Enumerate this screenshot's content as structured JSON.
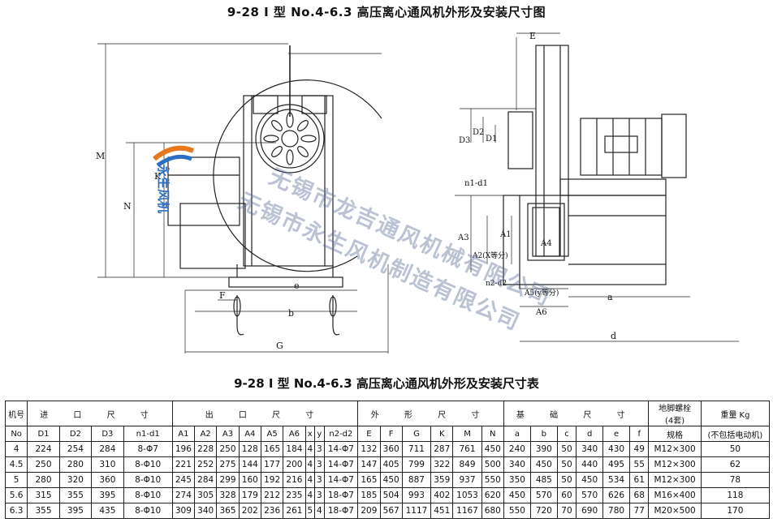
{
  "title_top": "9-28 Ⅰ 型 No.4-6.3 高压离心通风机外形及安装尺寸图",
  "title_table": "9-28 Ⅰ 型 No.4-6.3 高压离心通风机外形及安装尺寸表",
  "watermarks": [
    "无锡市龙吉通风机械有限公司",
    "无锡市永生风机制造有限公司"
  ],
  "logo_text": "永生风机",
  "left_labels": {
    "M": "M",
    "N": "N",
    "K": "K",
    "e": "e",
    "F": "F",
    "b": "b",
    "G": "G"
  },
  "right_labels": {
    "E": "E",
    "D3": "D3",
    "D2": "D2",
    "D1": "D1",
    "n1d1": "n1-d1",
    "A3": "A3",
    "A2": "A2(X等分)",
    "A1": "A1",
    "A4": "A4",
    "n2d2": "n2-d2",
    "A5": "A5(y等分)",
    "A6": "A6",
    "a": "a",
    "d": "d"
  },
  "table": {
    "group_headers": {
      "no": "机号",
      "no_sub": "No",
      "inlet": "进 口 尺 寸",
      "outlet": "出 口 尺 寸",
      "outline": "外 形 尺 寸",
      "foundation": "基 础 尺 寸",
      "bolt": "地脚螺栓",
      "bolt_sub": "(4套)",
      "bolt_spec": "规格",
      "weight": "重量 Kg",
      "weight_sub": "(不包括电动机)"
    },
    "sub_headers": [
      "D1",
      "D2",
      "D3",
      "n1-d1",
      "A1",
      "A2",
      "A3",
      "A4",
      "A5",
      "A6",
      "x",
      "y",
      "n2-d2",
      "E",
      "F",
      "G",
      "K",
      "M",
      "N",
      "a",
      "b",
      "c",
      "d",
      "e",
      "f"
    ],
    "rows": [
      [
        "4",
        "224",
        "254",
        "284",
        "8-Φ7",
        "196",
        "228",
        "250",
        "128",
        "165",
        "184",
        "4",
        "3",
        "14-Φ7",
        "132",
        "360",
        "711",
        "287",
        "761",
        "450",
        "240",
        "390",
        "50",
        "340",
        "430",
        "49",
        "M12×300",
        "50"
      ],
      [
        "4.5",
        "250",
        "280",
        "310",
        "8-Φ10",
        "221",
        "252",
        "275",
        "144",
        "177",
        "200",
        "4",
        "3",
        "14-Φ7",
        "147",
        "405",
        "799",
        "322",
        "849",
        "500",
        "340",
        "450",
        "50",
        "440",
        "495",
        "55",
        "M12×300",
        "62"
      ],
      [
        "5",
        "280",
        "320",
        "360",
        "8-Φ10",
        "245",
        "284",
        "299",
        "160",
        "192",
        "216",
        "4",
        "3",
        "14-Φ7",
        "165",
        "450",
        "887",
        "359",
        "937",
        "550",
        "350",
        "485",
        "50",
        "450",
        "534",
        "61",
        "M12×300",
        "78"
      ],
      [
        "5.6",
        "315",
        "355",
        "395",
        "8-Φ10",
        "274",
        "305",
        "328",
        "179",
        "212",
        "235",
        "4",
        "3",
        "18-Φ7",
        "185",
        "504",
        "993",
        "402",
        "1053",
        "620",
        "450",
        "570",
        "60",
        "570",
        "626",
        "68",
        "M16×400",
        "118"
      ],
      [
        "6.3",
        "355",
        "395",
        "435",
        "8-Φ10",
        "309",
        "340",
        "365",
        "202",
        "236",
        "261",
        "5",
        "4",
        "18-Φ7",
        "209",
        "567",
        "1117",
        "451",
        "1167",
        "680",
        "550",
        "720",
        "70",
        "690",
        "780",
        "77",
        "M20×500",
        "170"
      ]
    ]
  }
}
